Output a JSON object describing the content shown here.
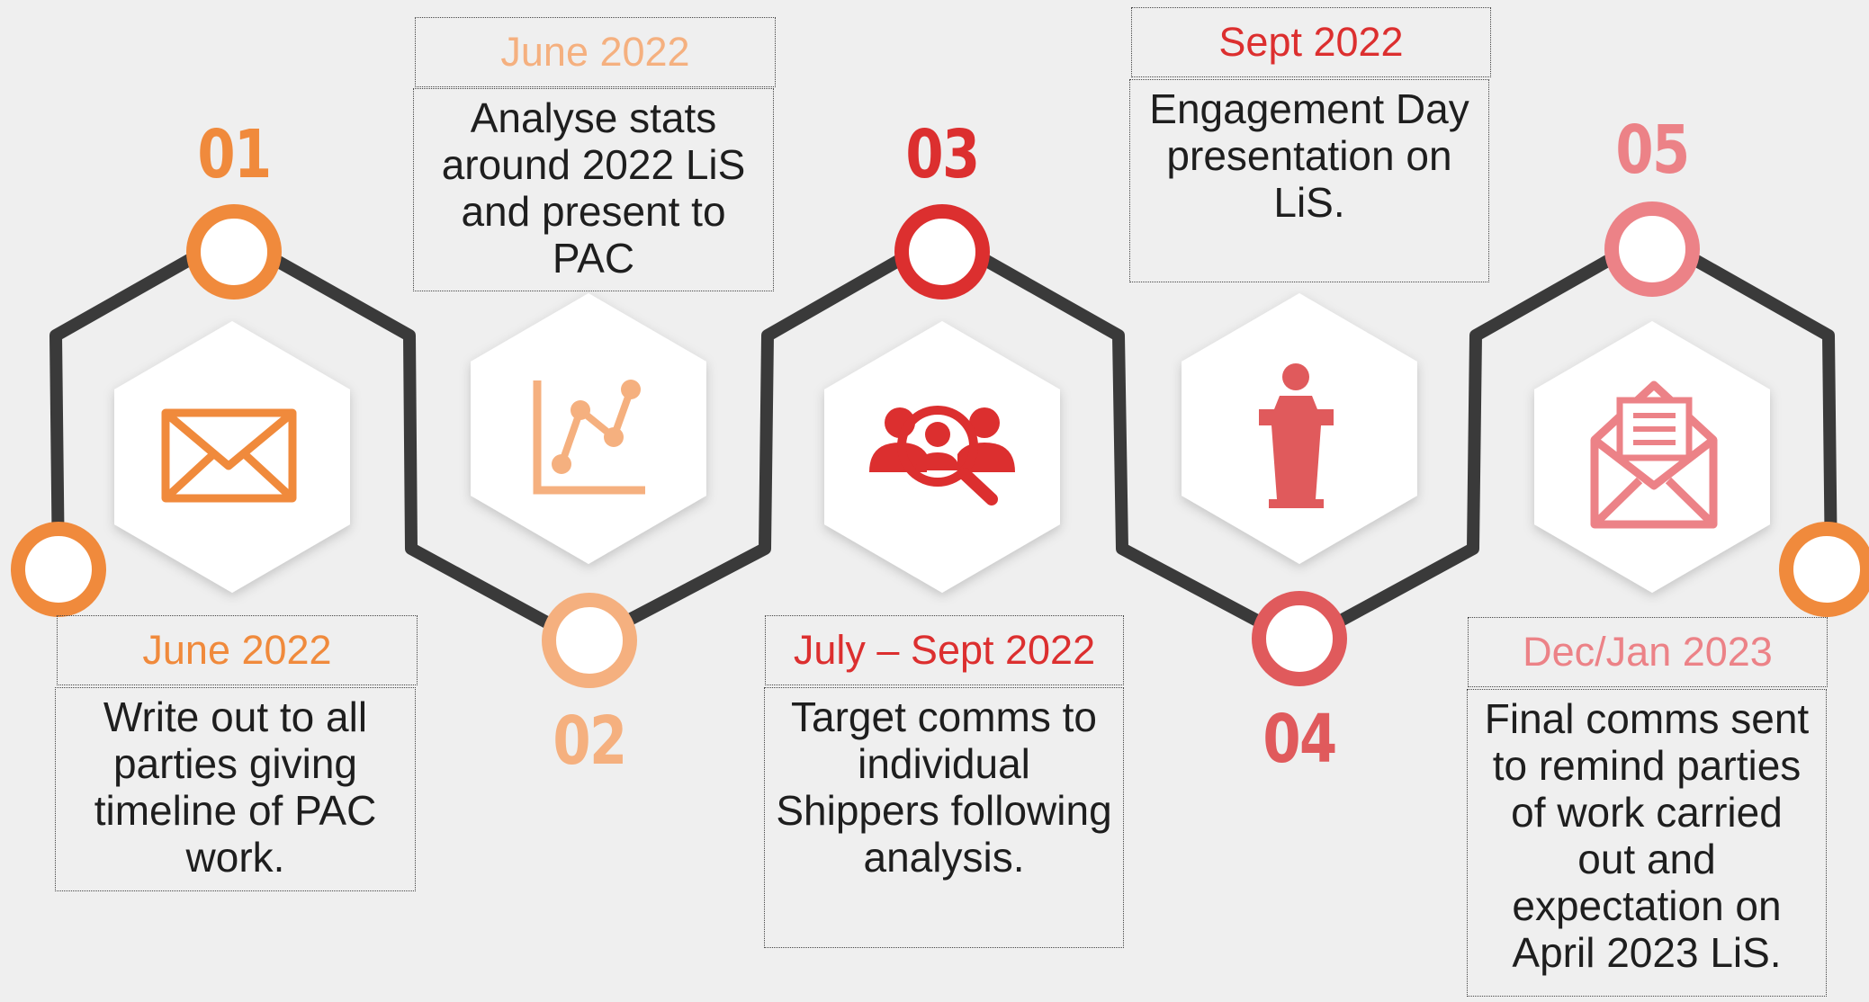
{
  "colors": {
    "line": "#3a3a3a",
    "step1": "#f08a3c",
    "step2": "#f5b07f",
    "step3": "#dc2f2f",
    "step4": "#e05a5c",
    "step5": "#ec8287"
  },
  "steps": [
    {
      "number": "01",
      "date": "June 2022",
      "description": "Write out to all parties giving timeline of PAC work.",
      "icon": "envelope-icon"
    },
    {
      "number": "02",
      "date": "June 2022",
      "description": "Analyse stats around 2022 LiS and present to PAC",
      "icon": "line-chart-icon"
    },
    {
      "number": "03",
      "date": "July – Sept 2022",
      "description": "Target comms to individual Shippers following analysis.",
      "icon": "people-search-icon"
    },
    {
      "number": "04",
      "date": "Sept 2022",
      "description": "Engagement Day presentation on LiS.",
      "icon": "podium-speaker-icon"
    },
    {
      "number": "05",
      "date": "Dec/Jan 2023",
      "description": "Final comms sent to remind parties of work carried out and expectation on April 2023 LiS.",
      "icon": "open-letter-icon"
    }
  ]
}
